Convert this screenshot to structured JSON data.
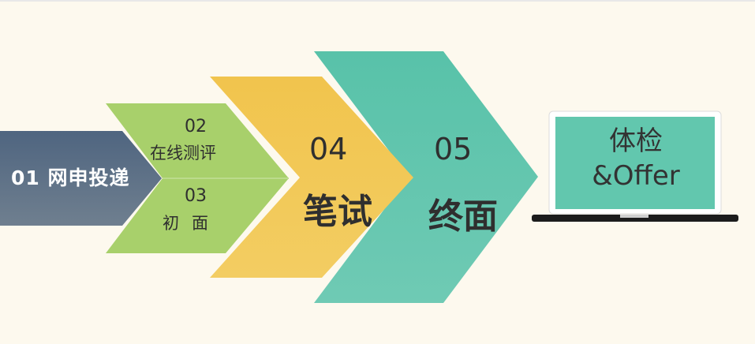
{
  "steps": [
    {
      "label": "01 网申投递"
    },
    {
      "number": "02",
      "label": "在线测评"
    },
    {
      "number": "03",
      "label": "初面"
    },
    {
      "number": "04",
      "label": "笔试"
    },
    {
      "number": "05",
      "label": "终面"
    }
  ],
  "final": {
    "line1": "体检",
    "line2": "&Offer"
  },
  "colors": {
    "step1": "#546a84",
    "step23": "#a9d26e",
    "step4": "#f2c855",
    "step5": "#5fc5ad",
    "laptop_screen": "#62c7ae",
    "laptop_frame": "#ffffff",
    "laptop_base": "#1c1c1c",
    "background": "#fdf9ee"
  },
  "icons": [
    "laptop-icon"
  ]
}
